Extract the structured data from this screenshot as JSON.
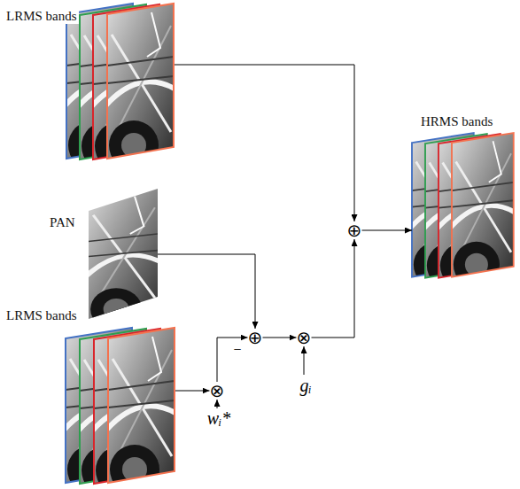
{
  "diagram": {
    "nodes": [
      {
        "text": [
          "LRMS bands"
        ]
      },
      {
        "text": [
          "PAN"
        ]
      },
      {
        "text": [
          "LRMS bands"
        ]
      },
      {
        "text": [
          "⊗"
        ]
      },
      {
        "text": [
          "⊕"
        ]
      },
      {
        "text": [
          "⊗"
        ]
      },
      {
        "text": [
          "⊕"
        ]
      },
      {
        "text": [
          "HRMS bands"
        ]
      }
    ],
    "edges": [
      {
        "from": 0,
        "to": 6,
        "arrow": "to"
      },
      {
        "from": 1,
        "to": 4,
        "arrow": "to"
      },
      {
        "from": 2,
        "to": 3,
        "arrow": "to"
      },
      {
        "from": 3,
        "to": 4,
        "arrow": "to"
      },
      {
        "from": 4,
        "to": 5,
        "arrow": "to"
      },
      {
        "from": 5,
        "to": 6,
        "arrow": "to"
      },
      {
        "from": 6,
        "to": 7,
        "arrow": "to"
      }
    ],
    "labels": [
      "−",
      "wᵢ*",
      "gᵢ"
    ]
  }
}
